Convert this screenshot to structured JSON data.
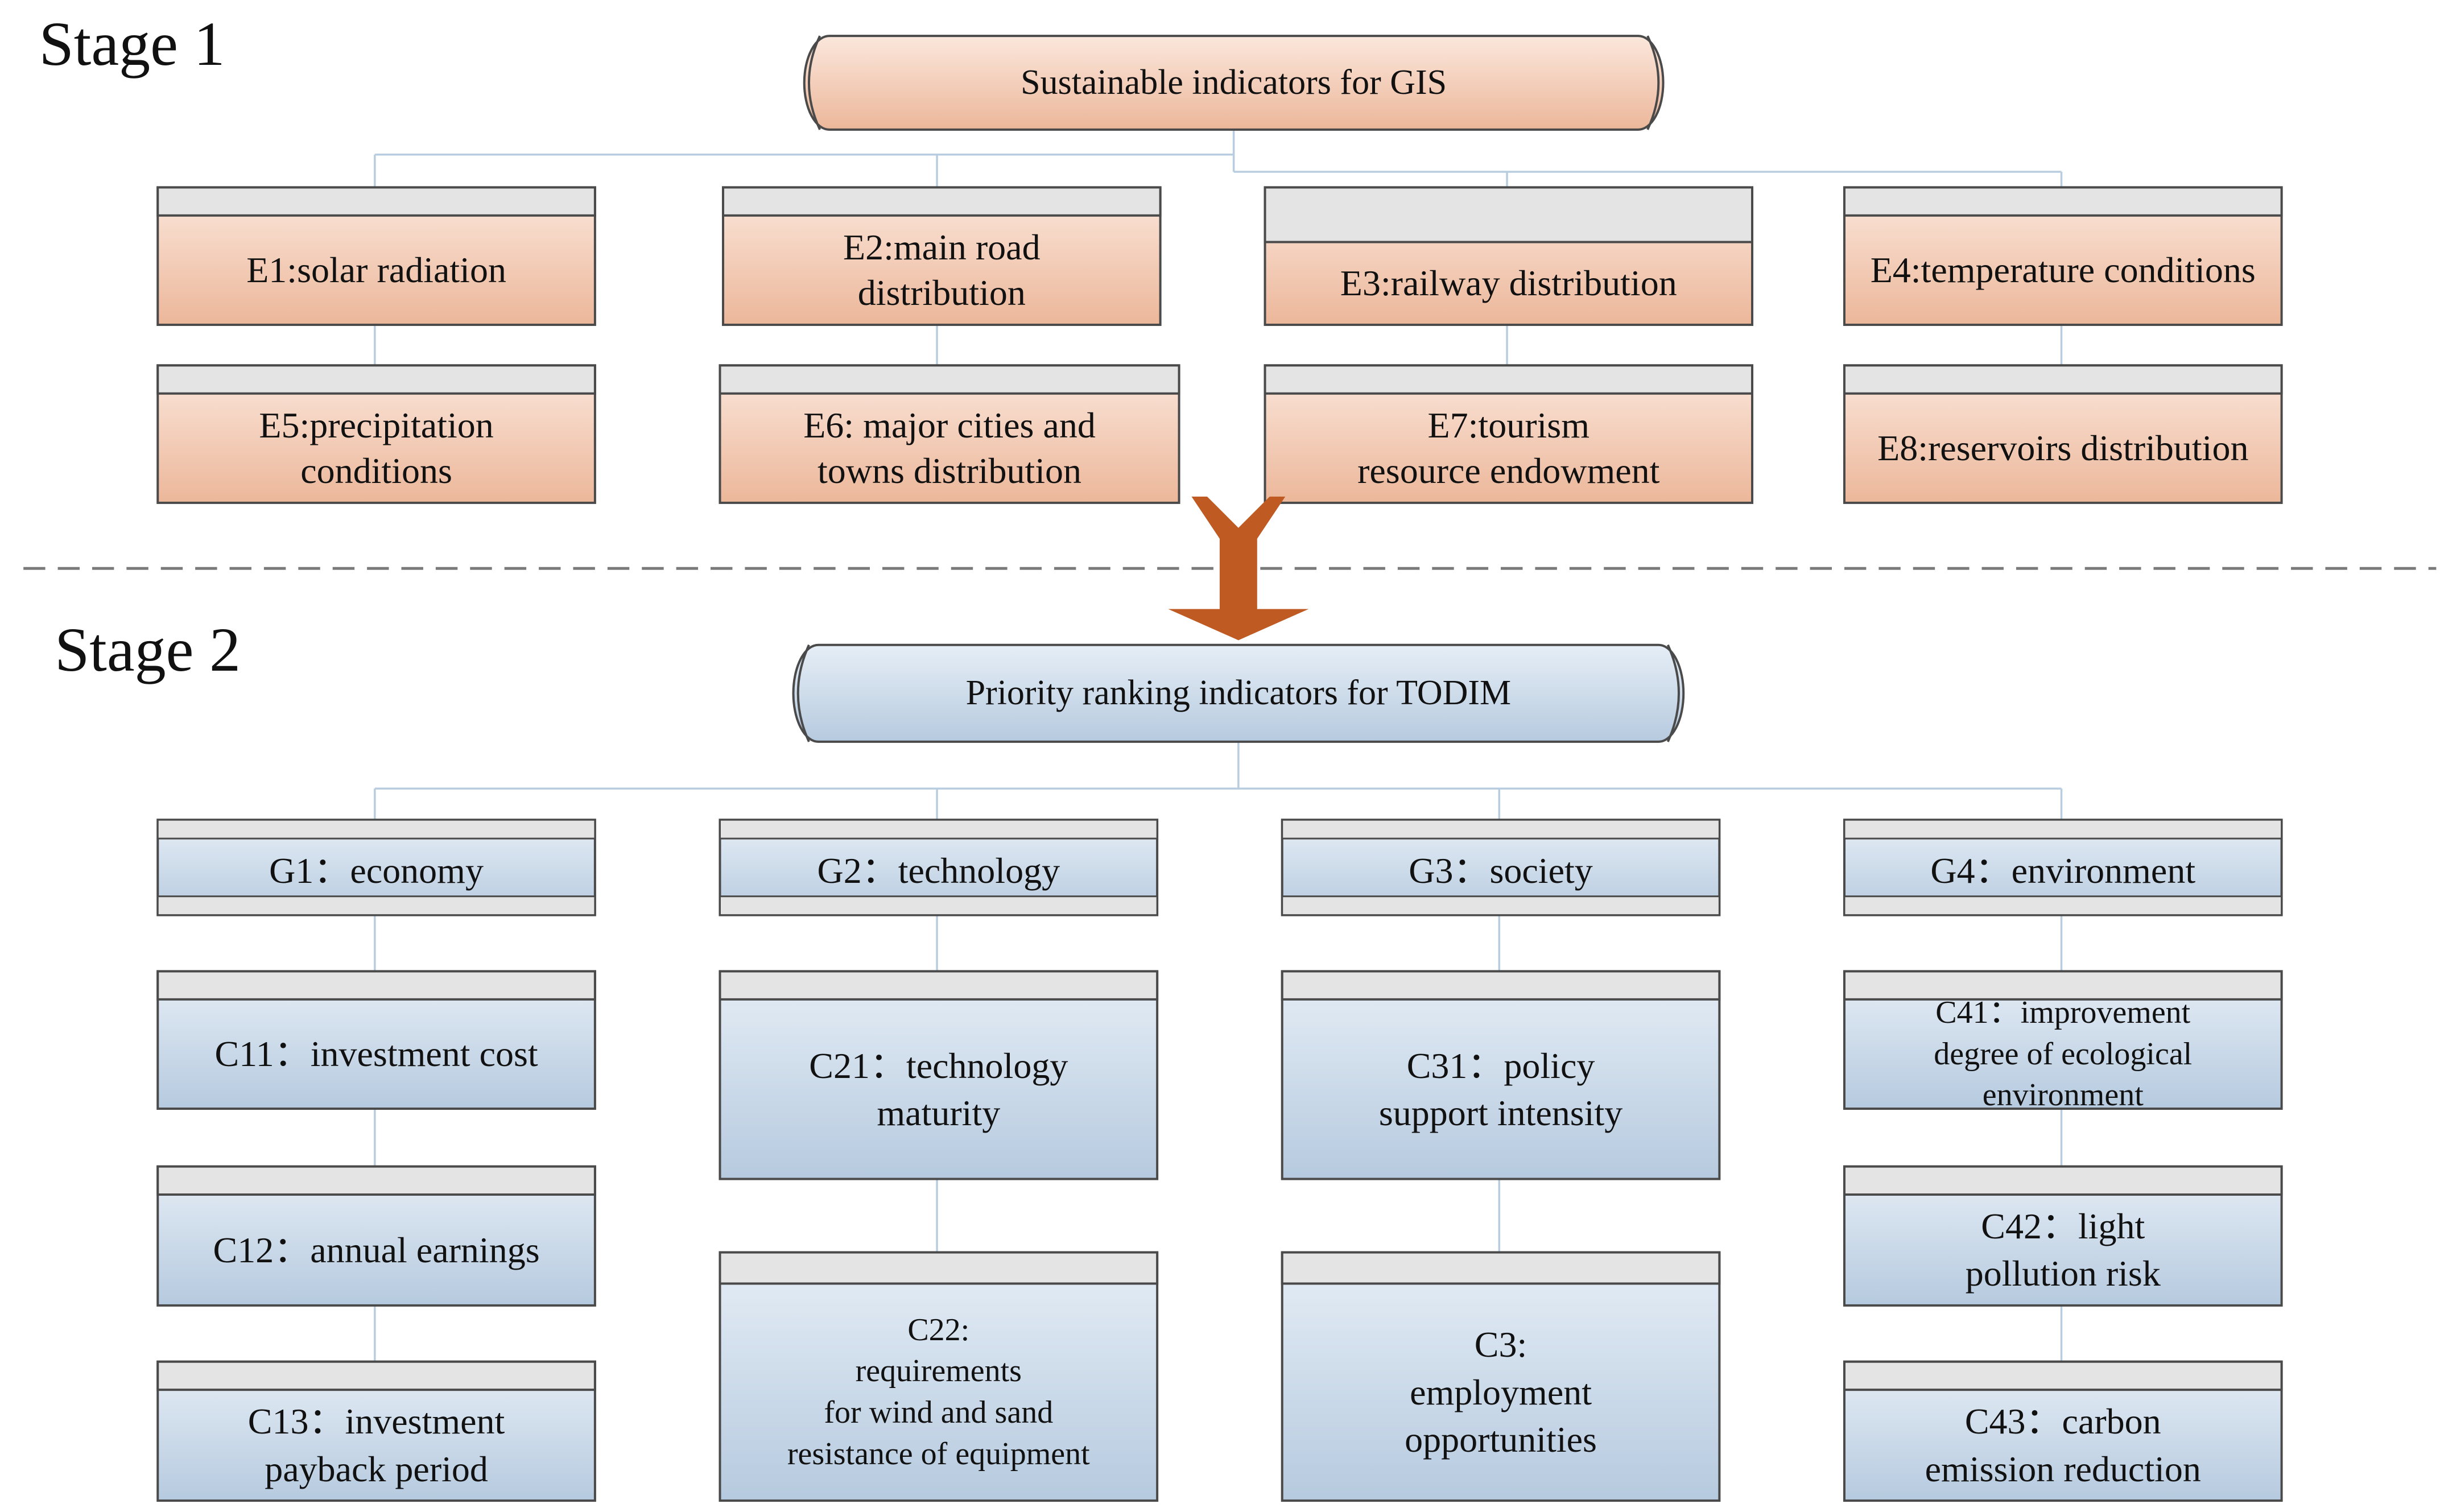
{
  "stage1": {
    "title": "Stage 1",
    "root": "Sustainable  indicators for GIS",
    "e_boxes": [
      "E1:solar radiation",
      "E2:main road\ndistribution",
      "E3:railway distribution",
      "E4:temperature conditions",
      "E5:precipitation\nconditions",
      "E6:  major cities and\n     towns distribution",
      "E7:tourism\nresource endowment",
      "E8:reservoirs distribution"
    ]
  },
  "stage2": {
    "title": "Stage 2",
    "root": "Priority ranking indicators for TODIM",
    "groups": [
      "G1：economy",
      "G2：technology",
      "G3：society",
      "G4：environment"
    ],
    "criteria": [
      "C11：investment cost",
      "C12：annual earnings",
      "C13：investment\npayback period",
      "C21：technology\nmaturity",
      "C22:\nrequirements\nfor wind and sand\nresistance of equipment",
      "C31：policy\nsupport intensity",
      "C3:\nemployment\nopportunities",
      "C41：improvement\ndegree of ecological\nenvironment",
      "C42：light\npollution risk",
      "C43：carbon\nemission reduction"
    ]
  },
  "colors": {
    "orange_top": "#fbe7dc",
    "orange_bottom": "#ecb79a",
    "blue_top": "#e6eef6",
    "blue_bottom": "#b6cadf",
    "header_bar": "#e4e4e4",
    "connector": "#b9cde0",
    "arrow": "#bf5a23",
    "border": "#4a4a4a"
  }
}
